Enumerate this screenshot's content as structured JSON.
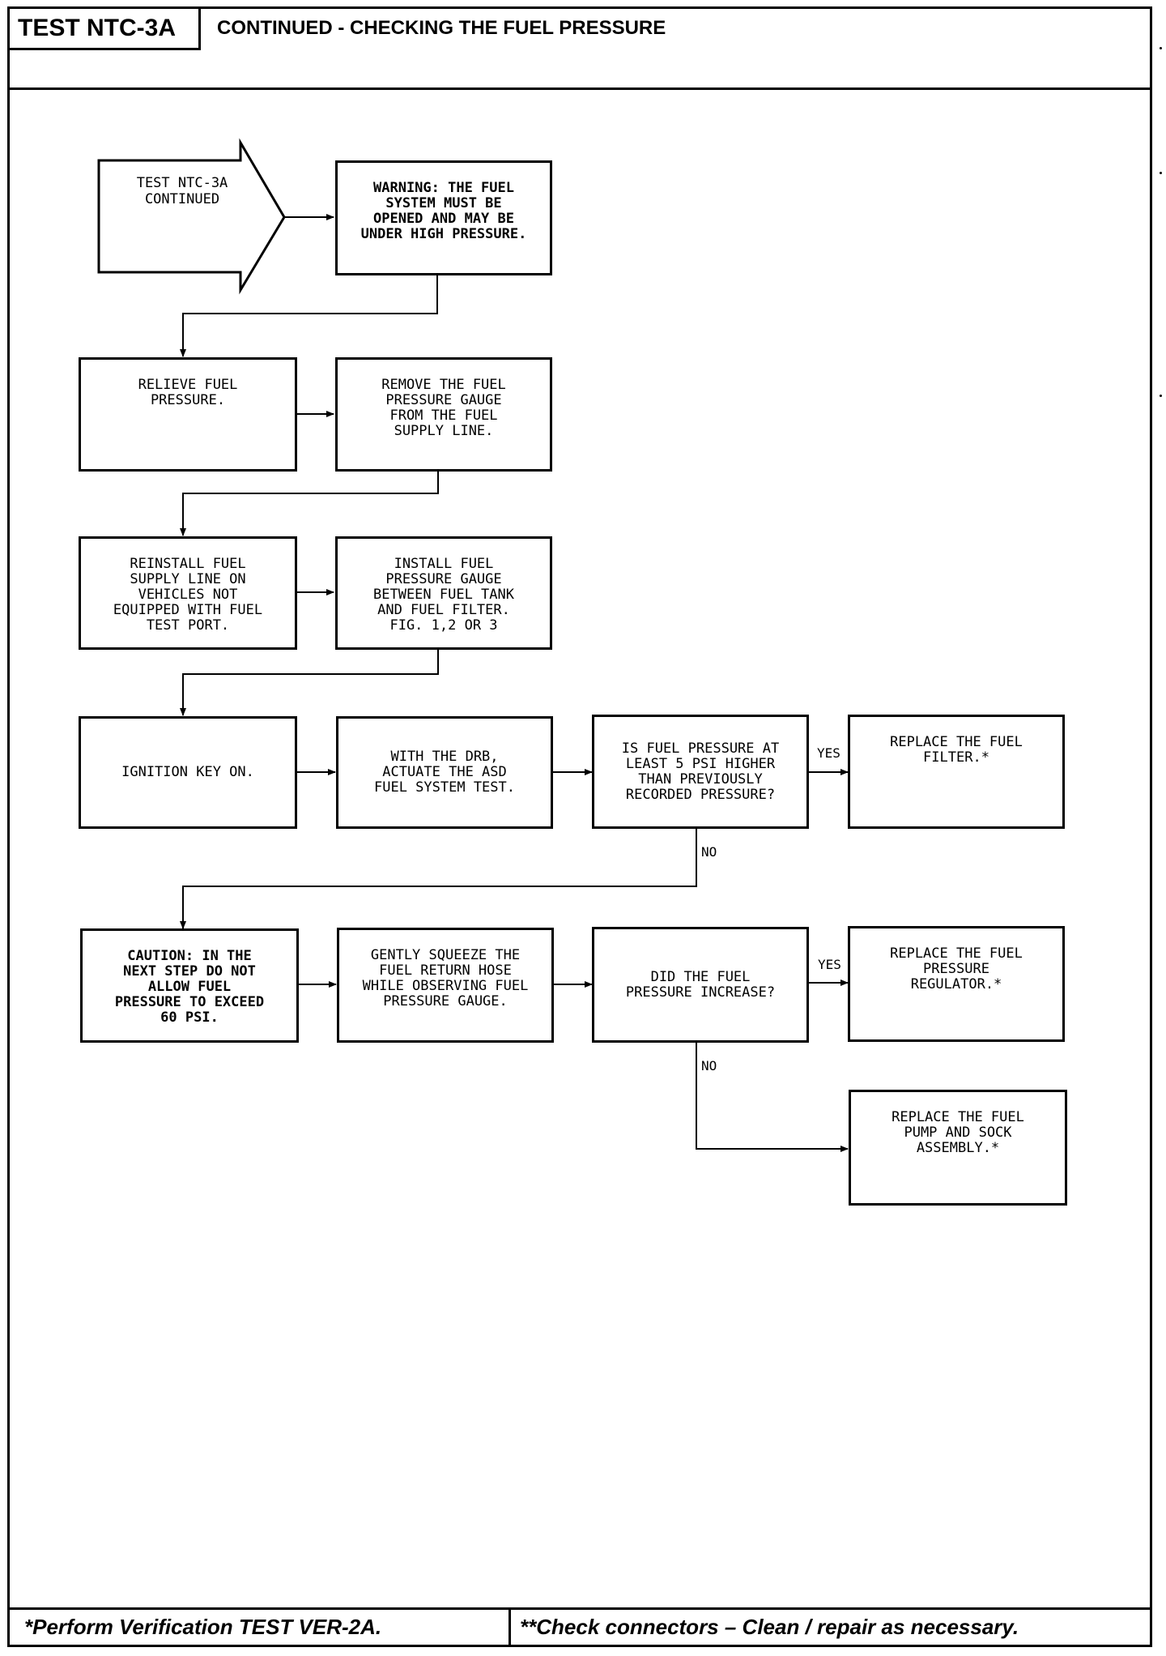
{
  "header": {
    "test_id": "TEST NTC-3A",
    "title": "CONTINUED - CHECKING THE FUEL PRESSURE"
  },
  "footer": {
    "note_left": "*Perform Verification TEST VER-2A.",
    "note_right": "**Check connectors – Clean / repair as necessary."
  },
  "flow": {
    "start": "TEST NTC-3A\nCONTINUED",
    "warning": "WARNING: THE FUEL\nSYSTEM MUST BE\nOPENED AND MAY BE\nUNDER HIGH PRESSURE.",
    "relieve": "RELIEVE FUEL\nPRESSURE.",
    "remove_gauge": "REMOVE THE FUEL\nPRESSURE GAUGE\nFROM THE FUEL\nSUPPLY LINE.",
    "reinstall": "REINSTALL FUEL\nSUPPLY LINE ON\nVEHICLES NOT\nEQUIPPED WITH FUEL\nTEST PORT.",
    "install_gauge": "INSTALL FUEL\nPRESSURE GAUGE\nBETWEEN FUEL TANK\nAND FUEL FILTER.\nFIG. 1,2 OR 3",
    "ignition": "IGNITION KEY ON.",
    "drb_test": "WITH THE DRB,\nACTUATE THE ASD\nFUEL SYSTEM TEST.",
    "question_1": "IS FUEL PRESSURE AT\nLEAST 5 PSI HIGHER\nTHAN PREVIOUSLY\nRECORDED PRESSURE?",
    "replace_filter": "REPLACE THE FUEL\nFILTER.*",
    "caution": "CAUTION: IN THE\nNEXT STEP DO NOT\nALLOW FUEL\nPRESSURE TO EXCEED\n60 PSI.",
    "squeeze": "GENTLY SQUEEZE THE\nFUEL RETURN HOSE\nWHILE OBSERVING FUEL\nPRESSURE GAUGE.",
    "question_2": "DID THE FUEL\nPRESSURE INCREASE?",
    "replace_regulator": "REPLACE THE FUEL\nPRESSURE\nREGULATOR.*",
    "replace_pump": "REPLACE THE FUEL\nPUMP AND SOCK\nASSEMBLY.*",
    "yes_label": "YES",
    "no_label": "NO"
  }
}
